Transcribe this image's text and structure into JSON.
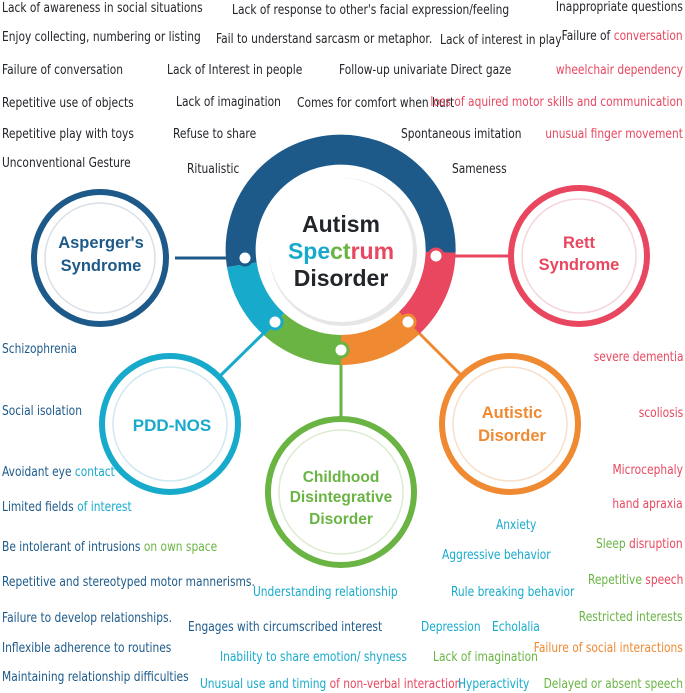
{
  "colors": {
    "navy": "#1d5a8a",
    "red": "#e8475f",
    "teal": "#18aacb",
    "green": "#69b443",
    "orange": "#ef8a32",
    "dark": "#22252a"
  },
  "center": {
    "line1": "Autism",
    "line2_parts": [
      "Spe",
      "ct",
      "rum"
    ],
    "line3": "Disorder"
  },
  "nodes": {
    "asperger": [
      "Asperger's",
      "Syndrome"
    ],
    "rett": [
      "Rett",
      "Syndrome"
    ],
    "pddnos": [
      "PDD-NOS"
    ],
    "childhood": [
      "Childhood",
      "Disintegrative",
      "Disorder"
    ],
    "autistic": [
      "Autistic",
      "Disorder"
    ]
  },
  "top_labels": {
    "t1": "Lack of awareness in social situations",
    "t2": "Lack of response to other's facial expression/feeling",
    "t3": "Inappropriate questions",
    "t4": "Enjoy collecting, numbering or listing",
    "t5": "Fail to understand sarcasm or metaphor.",
    "t6": "Lack of interest in play",
    "t7a": "Failure of ",
    "t7b": "conversation",
    "t8": "Failure of  conversation",
    "t9": "Lack of Interest in people",
    "t10": "Follow-up univariate Direct gaze",
    "t11": "wheelchair dependency",
    "t12": "Repetitive use of objects",
    "t13": "Lack of imagination",
    "t14": "Comes for comfort when hurt",
    "t15": "loss of aquired motor skills and communication",
    "t16": "Repetitive play with toys",
    "t17": "Refuse to share",
    "t18": "Spontaneous imitation",
    "t19": "unusual finger movement",
    "t20": "Unconventional Gesture",
    "t21": "Ritualistic",
    "t22": "Sameness"
  },
  "left_labels": {
    "l1": "Schizophrenia",
    "l2": "Social isolation",
    "l3a": "Avoidant eye ",
    "l3b": "contact",
    "l4a": "Limited fields ",
    "l4b": "of interest",
    "l5a": "Be intolerant of intrusions ",
    "l5b": "on own space",
    "l6": "Repetitive and stereotyped motor mannerisms.",
    "l7": "Failure to develop relationships.",
    "l8": "Inflexible adherence to routines",
    "l9": "Maintaining relationship difficulties"
  },
  "right_labels": {
    "r1": "severe dementia",
    "r2": "scoliosis",
    "r3": "Microcephaly",
    "r4": "hand apraxia",
    "r5a": "Sleep ",
    "r5b": "disruption",
    "r6a": "Repetitive ",
    "r6b": "speech",
    "r7": "Restricted interests",
    "r8": "Failure of social interactions",
    "r9": "Delayed or absent speech"
  },
  "bottom_labels": {
    "b1": "Anxiety",
    "b2": "Aggressive behavior",
    "b3": "Understanding relationship",
    "b4": "Rule breaking behavior",
    "b5": "Engages with circumscribed interest",
    "b6": "Depression",
    "b7": "Echolalia",
    "b8": "Inability to share emotion/ shyness",
    "b9": "Lack of imagination",
    "b10a": "Unusual use and timing ",
    "b10b": "of non-verbal interaction",
    "b11": "Hyperactivity"
  }
}
